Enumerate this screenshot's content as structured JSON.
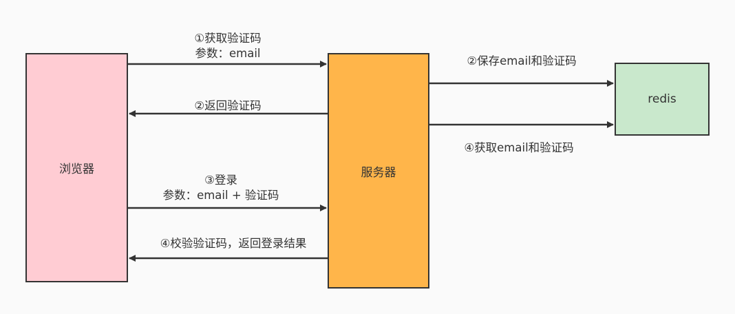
{
  "nodes": {
    "browser": "浏览器",
    "server": "服务器",
    "redis": "redis"
  },
  "edges": {
    "get_code": {
      "line1": "①获取验证码",
      "line2": "参数：email"
    },
    "return_code": "②返回验证码",
    "save_code": "②保存email和验证码",
    "fetch_code": "④获取email和验证码",
    "login": {
      "line1": "③登录",
      "line2": "参数：email + 验证码"
    },
    "verify": "④校验验证码，返回登录结果"
  },
  "colors": {
    "browser_fill": "#ffccd3",
    "server_fill": "#ffb54a",
    "redis_fill": "#c9e8cc",
    "stroke": "#333333",
    "background": "#fafafa"
  }
}
